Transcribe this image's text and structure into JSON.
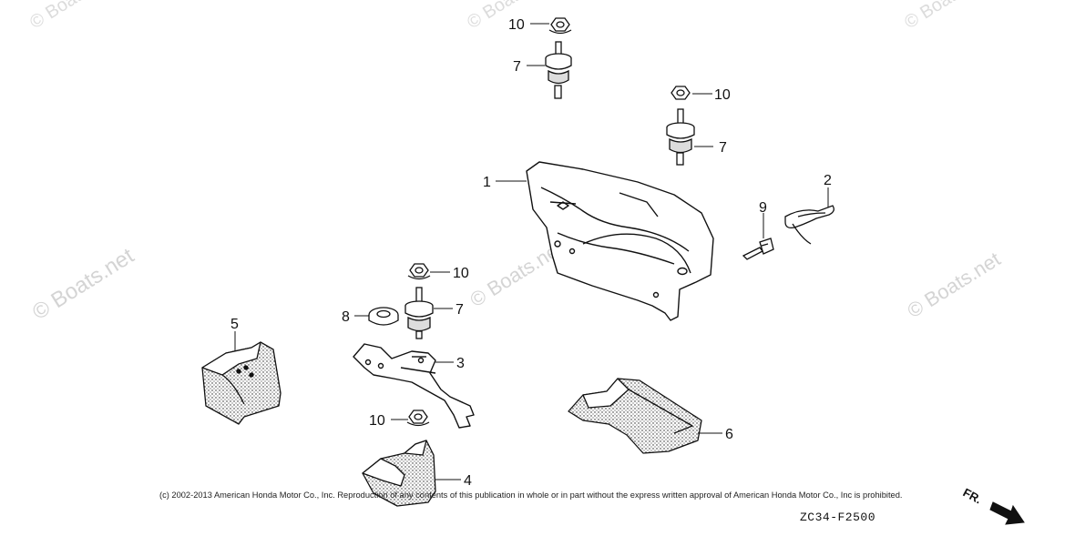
{
  "watermarks": {
    "left": "© Boats.net",
    "center": "© Boats.net",
    "right": "© Boats.net",
    "top_left": "© Boats",
    "top_center": "© Boats",
    "top_right": "© Boats"
  },
  "callouts": {
    "c1": "1",
    "c2": "2",
    "c3": "3",
    "c4": "4",
    "c5": "5",
    "c6": "6",
    "c7a": "7",
    "c7b": "7",
    "c7c": "7",
    "c8": "8",
    "c9": "9",
    "c10a": "10",
    "c10b": "10",
    "c10c": "10",
    "c10d": "10"
  },
  "copyright": "(c) 2002-2013 American Honda Motor Co., Inc. Reproduction of any contents of this publication in whole or in part without the express written approval of American Honda Motor Co., Inc is prohibited.",
  "diagram_code": "ZC34-F2500",
  "front_indicator": "FR."
}
